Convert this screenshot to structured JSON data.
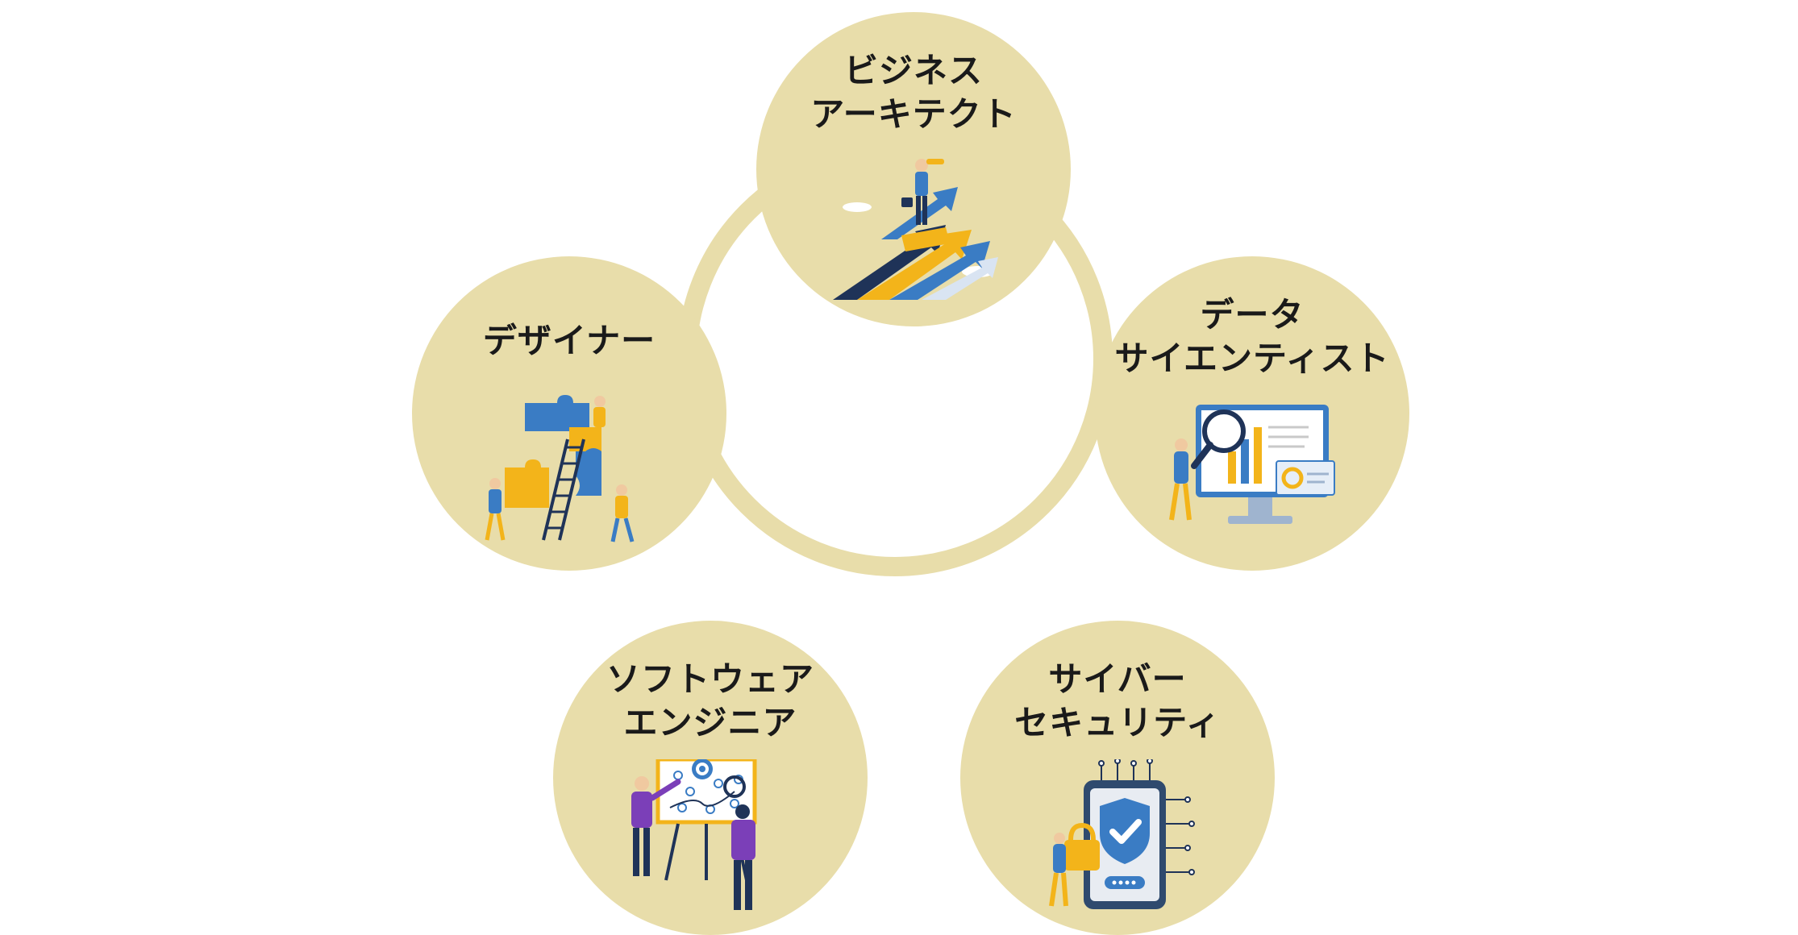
{
  "colors": {
    "ring": "#e8ddaa",
    "circle": "#e8ddaa",
    "text": "#1a1a1a",
    "accent_yellow": "#f3b41a",
    "accent_blue": "#3a7cc4",
    "accent_navy": "#1f3358",
    "accent_purple": "#7b3fb8"
  },
  "nodes": [
    {
      "id": "business-architect",
      "label_lines": [
        "ビジネス",
        "アーキテクト"
      ],
      "icon": "growth-arrows-illustration"
    },
    {
      "id": "data-scientist",
      "label_lines": [
        "データ",
        "サイエンティスト"
      ],
      "icon": "analytics-dashboard-illustration"
    },
    {
      "id": "cyber-security",
      "label_lines": [
        "サイバー",
        "セキュリティ"
      ],
      "icon": "security-shield-illustration"
    },
    {
      "id": "software-engineer",
      "label_lines": [
        "ソフトウェア",
        "エンジニア"
      ],
      "icon": "strategy-board-illustration"
    },
    {
      "id": "designer",
      "label_lines": [
        "デザイナー"
      ],
      "icon": "puzzle-team-illustration"
    }
  ]
}
